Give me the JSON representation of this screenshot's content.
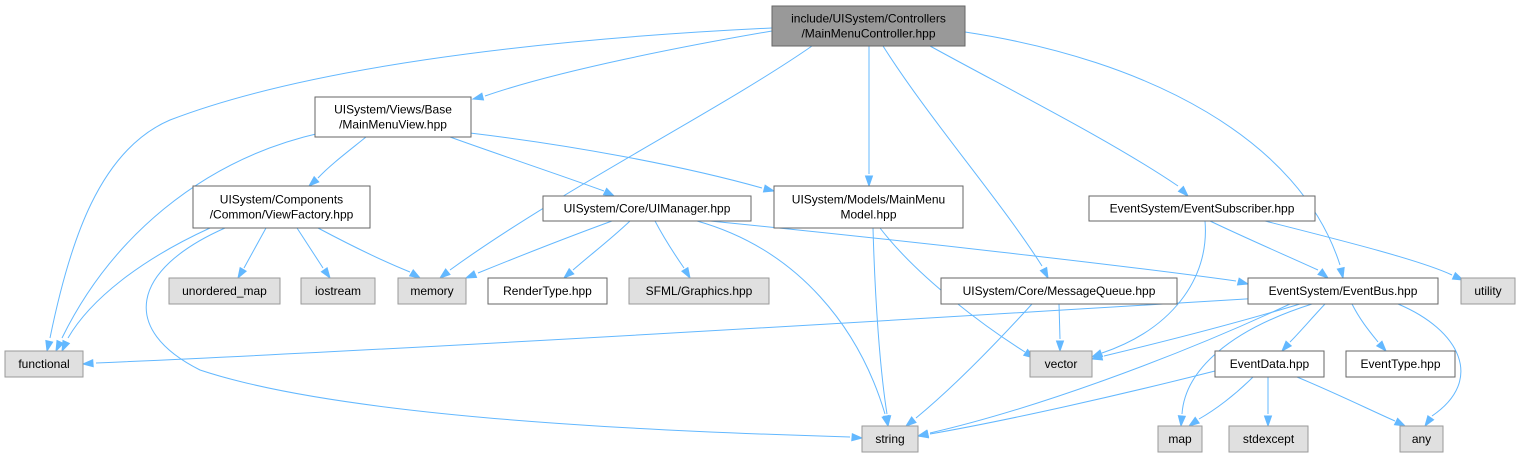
{
  "graph": {
    "nodes": {
      "root": [
        "include/UISystem/Controllers",
        "/MainMenuController.hpp"
      ],
      "mainMenuView": [
        "UISystem/Views/Base",
        "/MainMenuView.hpp"
      ],
      "viewFactory": [
        "UISystem/Components",
        "/Common/ViewFactory.hpp"
      ],
      "uiManager": [
        "UISystem/Core/UIManager.hpp"
      ],
      "mainMenuModel": [
        "UISystem/Models/MainMenu",
        "Model.hpp"
      ],
      "eventSubscriber": [
        "EventSystem/EventSubscriber.hpp"
      ],
      "messageQueue": [
        "UISystem/Core/MessageQueue.hpp"
      ],
      "eventBus": [
        "EventSystem/EventBus.hpp"
      ],
      "unorderedMap": [
        "unordered_map"
      ],
      "iostream": [
        "iostream"
      ],
      "memory": [
        "memory"
      ],
      "renderType": [
        "RenderType.hpp"
      ],
      "sfmlGraphics": [
        "SFML/Graphics.hpp"
      ],
      "utility": [
        "utility"
      ],
      "functional": [
        "functional"
      ],
      "vector": [
        "vector"
      ],
      "eventData": [
        "EventData.hpp"
      ],
      "eventType": [
        "EventType.hpp"
      ],
      "string": [
        "string"
      ],
      "map": [
        "map"
      ],
      "stdexcept": [
        "stdexcept"
      ],
      "any": [
        "any"
      ]
    },
    "edges": [
      [
        "root",
        "mainMenuView"
      ],
      [
        "root",
        "functional"
      ],
      [
        "root",
        "memory"
      ],
      [
        "root",
        "mainMenuModel"
      ],
      [
        "root",
        "messageQueue"
      ],
      [
        "root",
        "eventSubscriber"
      ],
      [
        "root",
        "eventBus"
      ],
      [
        "mainMenuView",
        "functional"
      ],
      [
        "mainMenuView",
        "viewFactory"
      ],
      [
        "mainMenuView",
        "uiManager"
      ],
      [
        "mainMenuView",
        "mainMenuModel"
      ],
      [
        "viewFactory",
        "functional"
      ],
      [
        "viewFactory",
        "unorderedMap"
      ],
      [
        "viewFactory",
        "iostream"
      ],
      [
        "viewFactory",
        "memory"
      ],
      [
        "viewFactory",
        "string"
      ],
      [
        "uiManager",
        "memory"
      ],
      [
        "uiManager",
        "renderType"
      ],
      [
        "uiManager",
        "sfmlGraphics"
      ],
      [
        "uiManager",
        "string"
      ],
      [
        "uiManager",
        "eventBus"
      ],
      [
        "mainMenuModel",
        "string"
      ],
      [
        "mainMenuModel",
        "vector"
      ],
      [
        "eventSubscriber",
        "eventBus"
      ],
      [
        "eventSubscriber",
        "utility"
      ],
      [
        "eventSubscriber",
        "vector"
      ],
      [
        "messageQueue",
        "vector"
      ],
      [
        "messageQueue",
        "string"
      ],
      [
        "eventBus",
        "functional"
      ],
      [
        "eventBus",
        "vector"
      ],
      [
        "eventBus",
        "string"
      ],
      [
        "eventBus",
        "map"
      ],
      [
        "eventBus",
        "eventData"
      ],
      [
        "eventBus",
        "eventType"
      ],
      [
        "eventBus",
        "any"
      ],
      [
        "eventData",
        "string"
      ],
      [
        "eventData",
        "map"
      ],
      [
        "eventData",
        "stdexcept"
      ],
      [
        "eventData",
        "any"
      ]
    ]
  }
}
